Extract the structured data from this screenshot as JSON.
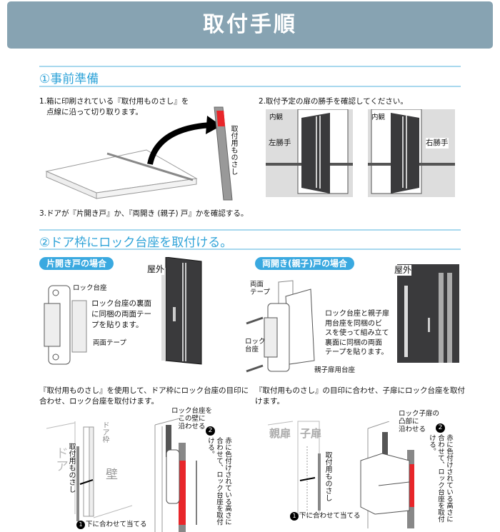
{
  "title": "取付手順",
  "section1": {
    "heading": "①事前準備",
    "step1_line1": "1.箱に印刷されている『取付用ものさし』を",
    "step1_line2": "点線に沿って切り取ります。",
    "ruler_label": "取付用ものさし",
    "step2": "2.取付予定の扉の勝手を確認してください。",
    "interior": "内観",
    "left_hand": "左勝手",
    "right_hand": "右勝手",
    "step3": "3.ドアが『片開き戸』か、『両開き (親子) 戸』かを確認する。"
  },
  "section2": {
    "heading": "②ドア枠にロック台座を取付ける。",
    "single": {
      "badge": "片開き戸の場合",
      "outside": "屋外",
      "lock_base": "ロック台座",
      "note": [
        "ロック台座の裏面",
        "に同梱の両面テー",
        "プを貼ります。"
      ],
      "tape": "両面テープ",
      "instr1": "『取付用ものさし』を使用して、ドア枠にロック台座の目印に",
      "instr2": "合わせ、ロック台座を取付けます。",
      "door": "ドア",
      "frame": "ドア枠",
      "wall": "壁",
      "ruler": "取付用ものさし",
      "align_bottom": "下に合わせて当てる",
      "wall_note": [
        "ロック台座を",
        "この壁に",
        "沿わせる"
      ],
      "step2_note": "赤に色付けされている高さに合わせて、ロック台座を取付ける。"
    },
    "double": {
      "badge": "両開き(親子)戸の場合",
      "outside": "屋外",
      "tape": [
        "両面",
        "テープ"
      ],
      "lock_base": [
        "ロック",
        "台座"
      ],
      "note": [
        "ロック台座と親子扉",
        "用台座を同梱のビ",
        "スを使って組み立て",
        "裏面に同梱の両面",
        "テープを貼ります。"
      ],
      "parent_base": "親子扉用台座",
      "instr1": "『取付用ものさし』の目印に合わせ、子扉にロック台座を取付",
      "instr2": "けます。",
      "parent_door": "親扉",
      "child_door": "子扉",
      "ruler": "取付用ものさし",
      "align_bottom": "下に合わせて当てる",
      "convex_note": [
        "ロック子扉の",
        "凸部に",
        "沿わせる"
      ],
      "step2_note": "赤に色付けされている高さに合わせて、ロック台座を取付ける。"
    }
  },
  "markers": {
    "one": "1",
    "two": "2"
  },
  "colors": {
    "header": "#87a3b2",
    "accent": "#2fa3d8",
    "red": "#e8262a",
    "door": "#3a3a3c"
  }
}
